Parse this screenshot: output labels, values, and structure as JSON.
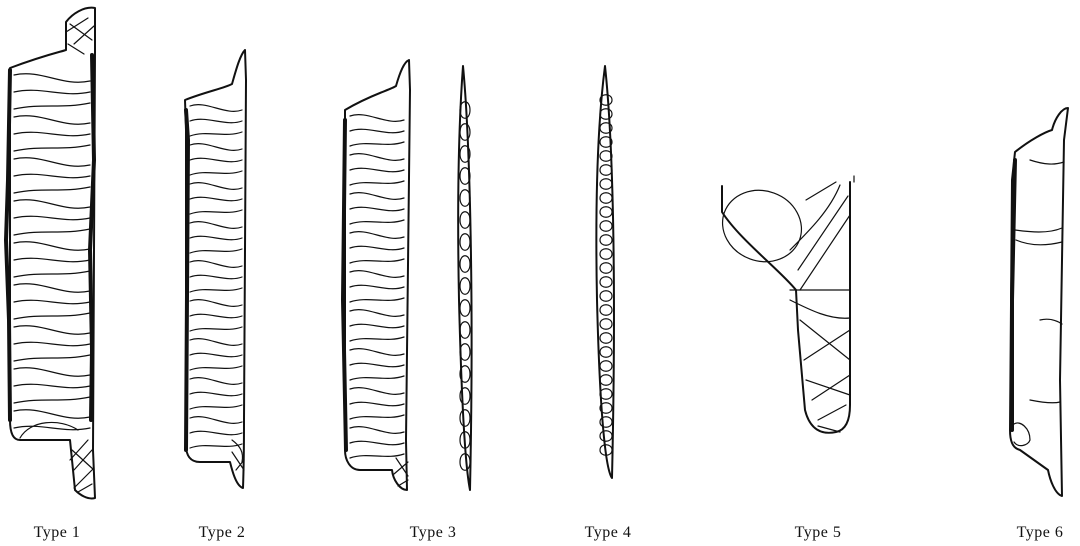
{
  "figure": {
    "types": [
      {
        "label": "Type 1"
      },
      {
        "label": "Type 2"
      },
      {
        "label": "Type 3"
      },
      {
        "label": "Type 4"
      },
      {
        "label": "Type 5"
      },
      {
        "label": "Type 6"
      }
    ]
  },
  "colors": {
    "ink": "#111111",
    "paper": "#ffffff"
  }
}
